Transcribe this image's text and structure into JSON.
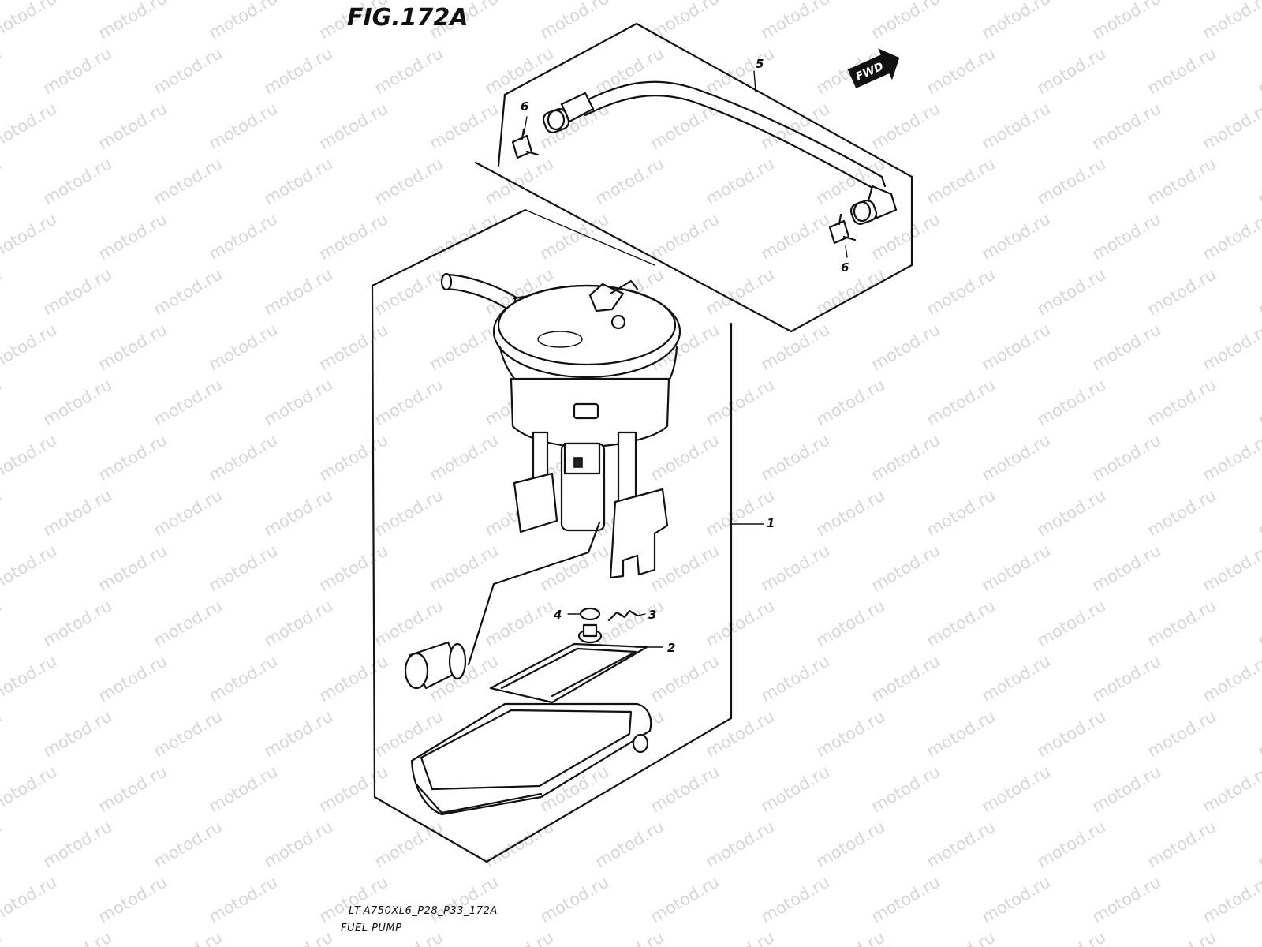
{
  "figure": {
    "title": "FIG.172A",
    "model_code": "LT-A750XL6_P28_P33_172A",
    "caption": "FUEL PUMP"
  },
  "callouts": {
    "part_1": "1",
    "part_2": "2",
    "part_3": "3",
    "part_4": "4",
    "part_5": "5",
    "part_6_upper": "6",
    "part_6_lower": "6"
  },
  "direction_badge": "FWD",
  "watermark": "motod.ru"
}
